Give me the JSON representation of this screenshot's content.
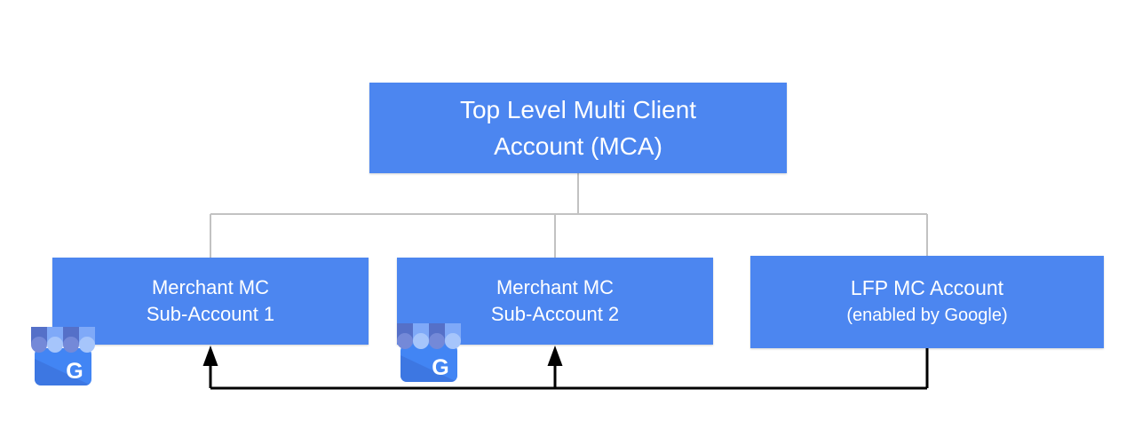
{
  "colors": {
    "node_fill": "#4c86f0",
    "node_text": "#ffffff",
    "tree_line": "#c2c2c2",
    "flow_line": "#000000",
    "canvas_bg": "#ffffff",
    "icon_body": "#4285f4",
    "icon_fold": "#3a6cd3",
    "icon_awning_dark": "#5570c8",
    "icon_awning_light": "#7fa9f8",
    "icon_scallop_dark": "#7489d8",
    "icon_scallop_light": "#a6c5fb",
    "icon_letter": "#ffffff"
  },
  "nodes": {
    "root": {
      "line1": "Top Level Multi Client",
      "line2": "Account (MCA)"
    },
    "merchant1": {
      "line1": "Merchant MC",
      "line2": "Sub-Account 1"
    },
    "merchant2": {
      "line1": "Merchant MC",
      "line2": "Sub-Account 2"
    },
    "lfp": {
      "line1": "LFP MC Account",
      "line2": "(enabled by Google)"
    }
  },
  "icons": {
    "merchant_badge": "google-my-business-icon",
    "badge_letter": "G"
  }
}
